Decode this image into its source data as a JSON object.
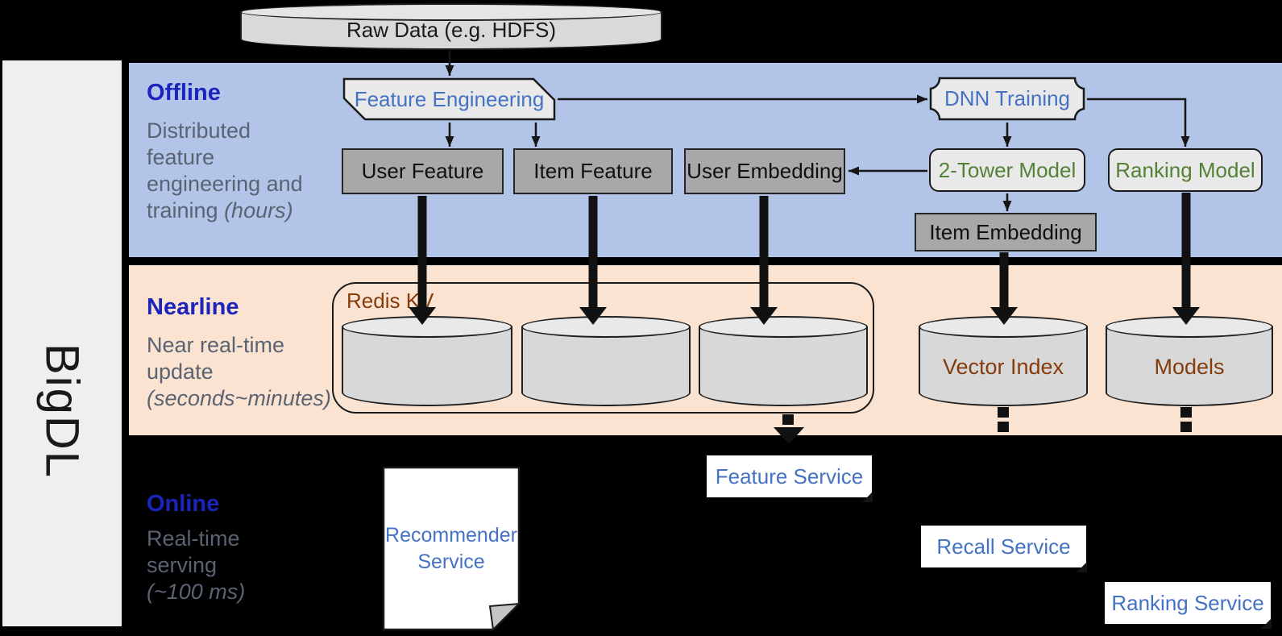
{
  "colors": {
    "offline_band": "#B2C5E8",
    "nearline_band": "#FBE3D2",
    "canvas_bg": "#000000",
    "sidebar_bg": "#EFEFEF",
    "band_title_blue": "#1C24BE",
    "desc_text_gray": "#5A6372",
    "gray_box_fill": "#A8A8A8",
    "light_shape_fill": "#E9E9E9",
    "cylinder_fill": "#D8D8D8",
    "shape_blue_text": "#4472C4",
    "shape_green_text": "#538135",
    "shape_brown_text": "#843C0C"
  },
  "sidebar": {
    "label": "BigDL"
  },
  "raw_data": {
    "label": "Raw Data (e.g. HDFS)"
  },
  "offline": {
    "title": "Offline",
    "desc": "Distributed feature engineering and training ",
    "desc_italic": "(hours)",
    "feature_engineering": "Feature Engineering",
    "user_feature": "User Feature",
    "item_feature": "Item Feature",
    "user_embedding": "User Embedding",
    "dnn_training": "DNN Training",
    "two_tower_model": "2-Tower Model",
    "ranking_model": "Ranking Model",
    "item_embedding": "Item Embedding"
  },
  "nearline": {
    "title": "Nearline",
    "desc": "Near real-time update ",
    "desc_italic": "(seconds~minutes)",
    "redis_kv": "Redis KV",
    "vector_index": "Vector Index",
    "models": "Models"
  },
  "online": {
    "title": "Online",
    "desc": "Real-time serving ",
    "desc_italic": "(~100 ms)",
    "recommender_service": "Recommender Service",
    "feature_service": "Feature Service",
    "recall_service": "Recall Service",
    "ranking_service": "Ranking Service"
  }
}
